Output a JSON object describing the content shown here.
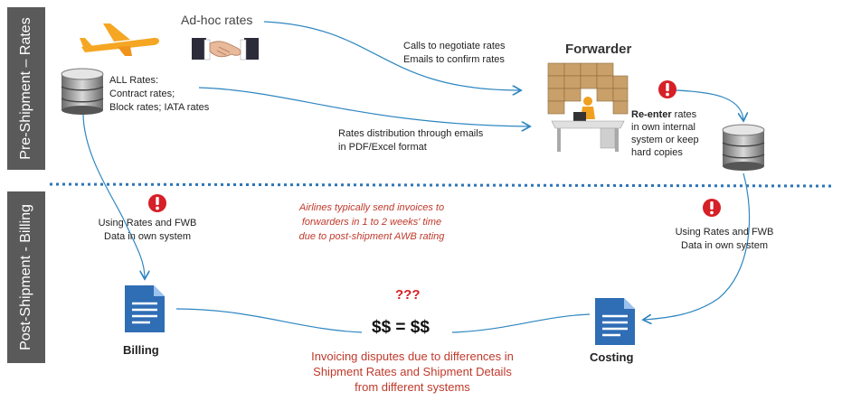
{
  "sections": {
    "pre_shipment": "Pre-Shipment – Rates",
    "post_shipment": "Post-Shipment - Billing"
  },
  "labels": {
    "adhoc": "Ad-hoc rates",
    "all_rates": [
      "ALL Rates:",
      "Contract rates;",
      "Block rates; IATA rates"
    ],
    "calls": [
      "Calls to negotiate rates",
      "Emails to confirm rates"
    ],
    "forwarder": "Forwarder",
    "reenter_bold": "Re-enter",
    "reenter_rest": [
      " rates",
      "in own internal",
      "system or keep",
      "hard copies"
    ],
    "distribution": [
      "Rates distribution  through  emails",
      "in PDF/Excel format"
    ],
    "left_using": [
      "Using Rates and FWB",
      "Data in own system"
    ],
    "right_using": [
      "Using Rates and FWB",
      "Data in own system"
    ],
    "airlines_note": [
      "Airlines typically send invoices to",
      "forwarders in 1 to 2 weeks' time",
      "due to post-shipment  AWB rating"
    ],
    "question": "???",
    "equation": "$$ = $$",
    "dispute": [
      "Invoicing disputes due to differences in",
      "Shipment Rates and Shipment Details",
      "from different systems"
    ],
    "billing": "Billing",
    "costing": "Costing"
  },
  "colors": {
    "band": "#5a5a5a",
    "divider": "#2e75b6",
    "arrow": "#2e86c1",
    "alert": "#d61f26",
    "plane": "#f5a623",
    "doc": "#2f6db5",
    "red_text": "#c0392b"
  }
}
